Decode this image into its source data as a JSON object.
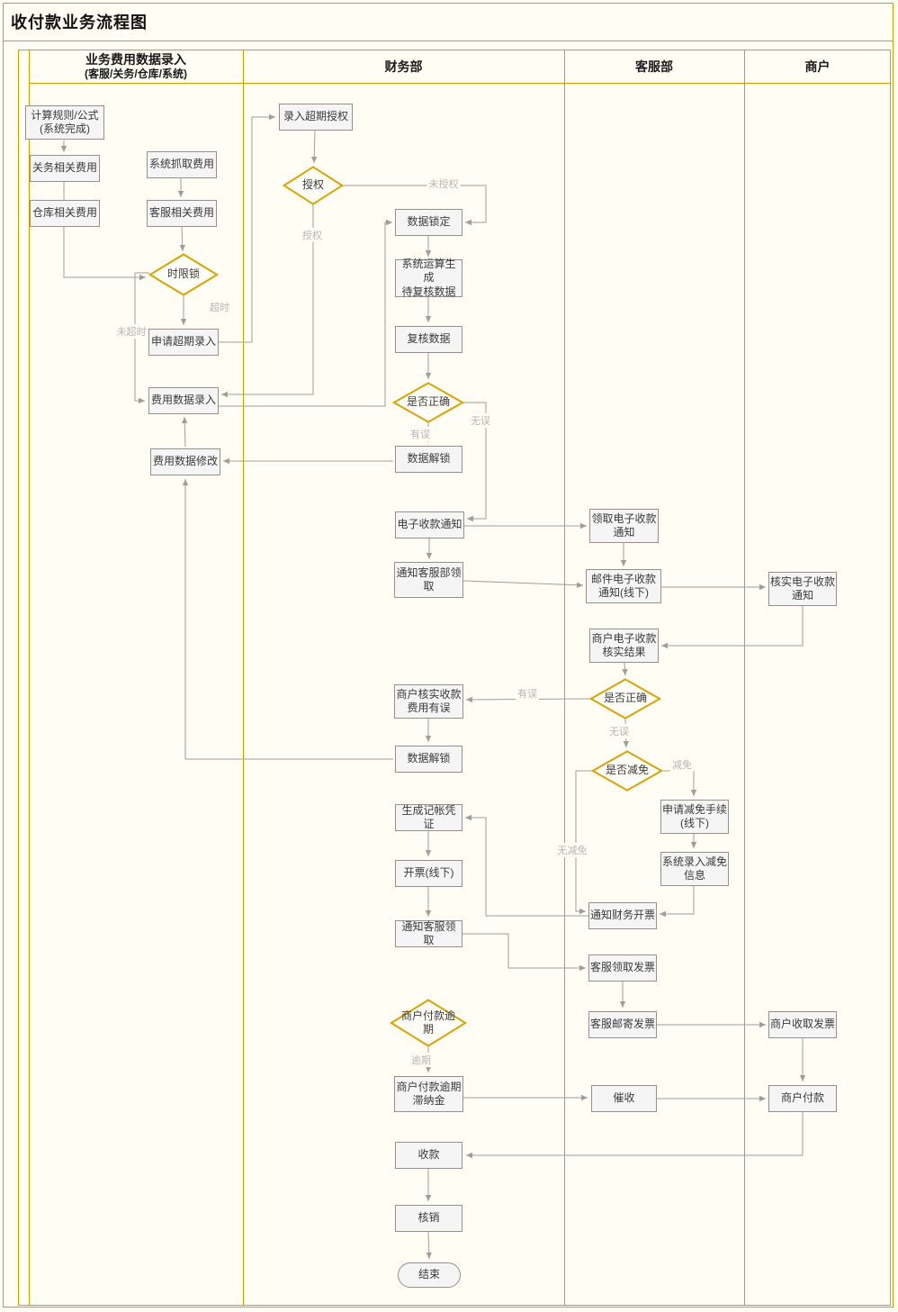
{
  "title": "收付款业务流程图",
  "lanes": [
    {
      "label": "业务费用数据录入",
      "sublabel": "(客服/关务/仓库/系统)"
    },
    {
      "label": "财务部",
      "sublabel": ""
    },
    {
      "label": "客服部",
      "sublabel": ""
    },
    {
      "label": "商户",
      "sublabel": ""
    }
  ],
  "nodes": {
    "calc_rules": "计算规则/公式\n(系统完成)",
    "customs_fee": "关务相关费用",
    "system_fee": "系统抓取费用",
    "warehouse_fee": "仓库相关费用",
    "cs_fee": "客服相关费用",
    "time_lock": "时限锁",
    "apply_overdue": "申请超期录入",
    "fee_entry": "费用数据录入",
    "fee_modify": "费用数据修改",
    "overdue_auth": "录入超期授权",
    "auth": "授权",
    "data_lock": "数据锁定",
    "sys_compute": "系统运算生成\n待复核数据",
    "review_data": "复核数据",
    "correct1": "是否正确",
    "unlock1": "数据解锁",
    "e_notice": "电子收款通知",
    "notify_cs_collect": "通知客服部领取",
    "merchant_verify_wrong": "商户核实收款\n费用有误",
    "unlock2": "数据解锁",
    "voucher": "生成记帐凭证",
    "invoice_offline": "开票(线下)",
    "notify_cs_invoice": "通知客服领取",
    "overdue_check": "商户付款逾\n期",
    "late_fee": "商户付款逾期\n滞纳金",
    "receive": "收款",
    "writeoff": "核销",
    "end": "结束",
    "collect_notice": "领取电子收款\n通知",
    "email_notice": "邮件电子收款\n通知(线下)",
    "verify_result": "商户电子收款\n核实结果",
    "correct2": "是否正确",
    "reduce_check": "是否减免",
    "apply_reduce": "申请减免手续\n(线下)",
    "sys_reduce": "系统录入减免\n信息",
    "notify_finance": "通知财务开票",
    "cs_get_invoice": "客服领取发票",
    "cs_mail_invoice": "客服邮寄发票",
    "collection": "催收",
    "verify_e_notice": "核实电子收款\n通知",
    "merchant_get_invoice": "商户收取发票",
    "merchant_pay": "商户付款"
  },
  "edge_labels": {
    "timeout": "超时",
    "not_timeout": "未超时",
    "not_authorized": "未授权",
    "authorized": "授权",
    "no_error1": "无误",
    "has_error1": "有误",
    "has_error2": "有误",
    "no_error2": "无误",
    "reduce": "减免",
    "no_reduce": "无减免",
    "overdue": "逾期"
  },
  "colors": {
    "page_bg": "#FFFDF4",
    "frame": "#D79B00",
    "box_fill": "#F5F5F5",
    "box_border": "#919191",
    "diamond_border": "#D9A300",
    "arrow": "#9E9E9E",
    "edge_label": "#B5B5B5"
  }
}
